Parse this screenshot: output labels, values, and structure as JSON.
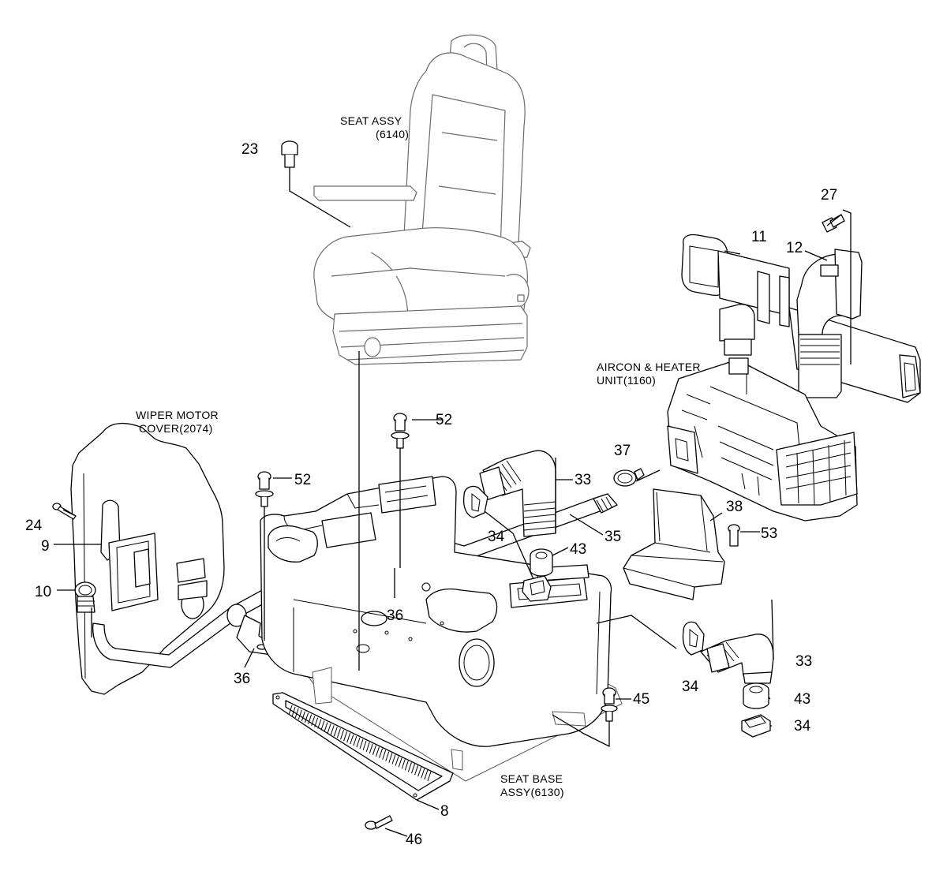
{
  "captions": {
    "seat_assy_1": "SEAT ASSY",
    "seat_assy_2": "(6140)",
    "wiper_1": "WIPER MOTOR",
    "wiper_2": "COVER(2074)",
    "aircon_1": "AIRCON & HEATER",
    "aircon_2": "UNIT(1160)",
    "seatbase_1": "SEAT BASE",
    "seatbase_2": "ASSY(6130)"
  },
  "callouts": {
    "c23": "23",
    "c27": "27",
    "c11": "11",
    "c12": "12",
    "c52a": "52",
    "c52b": "52",
    "c37": "37",
    "c33a": "33",
    "c24": "24",
    "c9": "9",
    "c34a": "34",
    "c43a": "43",
    "c35": "35",
    "c38": "38",
    "c53": "53",
    "c10": "10",
    "c36a": "36",
    "c36b": "36",
    "c33b": "33",
    "c34b": "34",
    "c43b": "43",
    "c45": "45",
    "c34c": "34",
    "c8": "8",
    "c46": "46"
  }
}
